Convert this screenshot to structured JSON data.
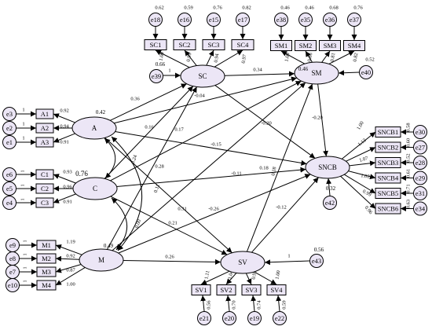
{
  "latent": {
    "A": "A",
    "C": "C",
    "M": "M",
    "SC": "SC",
    "SM": "SM",
    "SV": "SV",
    "SNCB": "SNCB"
  },
  "r_squared": {
    "A": "0.42",
    "C": "0.76",
    "M": "0.49",
    "SC": "0.66",
    "SM": "0.46",
    "SV": "0.56",
    "SNCB": "0.32"
  },
  "indicators": {
    "A": [
      {
        "name": "A1",
        "error": "e3",
        "loading": "0.92",
        "err_val": "1"
      },
      {
        "name": "A2",
        "error": "e2",
        "loading": "0.94",
        "err_val": "1"
      },
      {
        "name": "A3",
        "error": "e1",
        "loading": "0.91",
        "err_val": "1"
      }
    ],
    "C": [
      {
        "name": "C1",
        "error": "e6",
        "loading": "0.93",
        "err_val": "1"
      },
      {
        "name": "C2",
        "error": "e5",
        "loading": "0.96",
        "err_val": "1"
      },
      {
        "name": "C3",
        "error": "e4",
        "loading": "0.91",
        "err_val": "1"
      }
    ],
    "M": [
      {
        "name": "M1",
        "error": "e9",
        "loading": "1.19",
        "err_val": "1"
      },
      {
        "name": "M2",
        "error": "e8",
        "loading": "0.92",
        "err_val": "1"
      },
      {
        "name": "M3",
        "error": "e7",
        "loading": "0.87",
        "err_val": "1"
      },
      {
        "name": "M4",
        "error": "e10",
        "loading": "1.00",
        "err_val": "1"
      }
    ],
    "SC": [
      {
        "name": "SC1",
        "error": "e18",
        "loading": "1.00",
        "err_val": "0.62"
      },
      {
        "name": "SC2",
        "error": "e16",
        "loading": "0.96",
        "err_val": "0.59"
      },
      {
        "name": "SC3",
        "error": "e15",
        "loading": "0.94",
        "err_val": "0.76"
      },
      {
        "name": "SC4",
        "error": "e17",
        "loading": "0.97",
        "err_val": "0.82"
      }
    ],
    "SM": [
      {
        "name": "SM1",
        "error": "e38",
        "loading": "1.00",
        "err_val": "0.46"
      },
      {
        "name": "SM2",
        "error": "e35",
        "loading": "0.86",
        "err_val": "0.46"
      },
      {
        "name": "SM3",
        "error": "e36",
        "loading": "0.81",
        "err_val": "0.68"
      },
      {
        "name": "SM4",
        "error": "e37",
        "loading": "0.82",
        "err_val": "0.76"
      }
    ],
    "SV": [
      {
        "name": "SV1",
        "error": "e21",
        "loading": "1.11",
        "err_val": "0.56"
      },
      {
        "name": "SV2",
        "error": "e20",
        "loading": "1.04",
        "err_val": "0.70"
      },
      {
        "name": "SV3",
        "error": "e19",
        "loading": "0.95",
        "err_val": "0.74"
      },
      {
        "name": "SV4",
        "error": "e22",
        "loading": "1.00",
        "err_val": "0.59"
      }
    ],
    "SNCB": [
      {
        "name": "SNCB1",
        "error": "e30",
        "loading": "1.00",
        "err_val": "0.58"
      },
      {
        "name": "SNCB2",
        "error": "e27",
        "loading": "1.13",
        "err_val": "0.60"
      },
      {
        "name": "SNCB3",
        "error": "e28",
        "loading": "1.07",
        "err_val": "0.52"
      },
      {
        "name": "SNCB4",
        "error": "e29",
        "loading": "1.02",
        "err_val": "0.61"
      },
      {
        "name": "SNCB5",
        "error": "e31",
        "loading": "0.99",
        "err_val": "0.71"
      },
      {
        "name": "SNCB6",
        "error": "e34",
        "loading": "0.96",
        "err_val": "0.63"
      }
    ]
  },
  "structural_errors": {
    "SC": {
      "name": "e39",
      "val": "1"
    },
    "SM": {
      "name": "e40",
      "val": "1"
    },
    "SV": {
      "name": "e43",
      "val": "1"
    },
    "SNCB": {
      "name": "e42",
      "val": "1"
    }
  },
  "paths": {
    "A_SC": "0.36",
    "A_SM": "-0.04",
    "A_SNCB": "-0.15",
    "A_SV": "0.31",
    "C_SC": "0.16",
    "C_SM": "0.17",
    "C_SNCB": "-0.11",
    "C_SV": "0.21",
    "M_SC": "0.28",
    "M_SM": "0.18",
    "M_SNCB": "-0.26",
    "M_SV": "0.26",
    "SC_SM": "0.34",
    "SC_SNCB": "-0.20",
    "SM_SNCB": "-0.20",
    "SV_SNCB": "-0.12",
    "SV_SM": "0.18",
    "AC_cov": "0.24",
    "AM_cov": "0.11",
    "CM_cov": "0.00"
  }
}
